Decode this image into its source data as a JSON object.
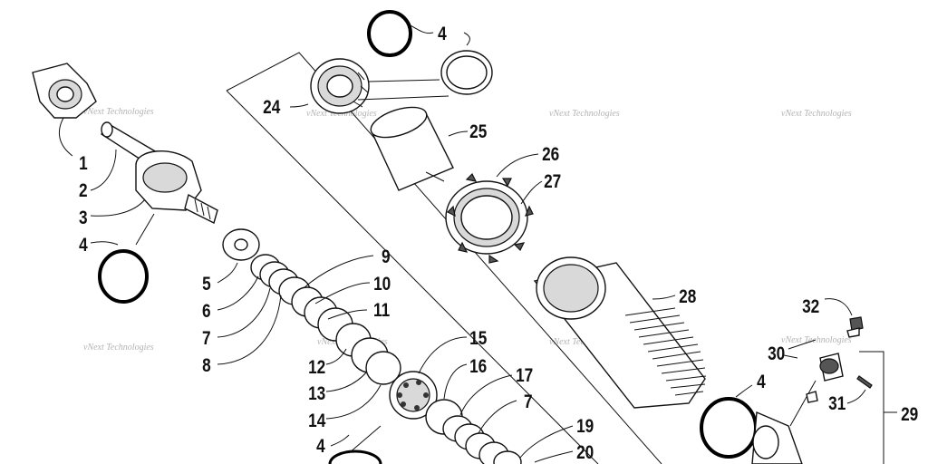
{
  "watermark": "vNext Technologies",
  "callouts": {
    "c1": "1",
    "c2": "2",
    "c3": "3",
    "c4a": "4",
    "c4b": "4",
    "c24": "24",
    "c25": "25",
    "c26": "26",
    "c27": "27",
    "c5": "5",
    "c6": "6",
    "c7a": "7",
    "c8": "8",
    "c9": "9",
    "c10": "10",
    "c11": "11",
    "c12": "12",
    "c13": "13",
    "c14": "14",
    "c4c": "4",
    "c15": "15",
    "c16": "16",
    "c17": "17",
    "c7b": "7",
    "c19": "19",
    "c20": "20",
    "c28": "28",
    "c4d": "4",
    "c32": "32",
    "c30": "30",
    "c31": "31",
    "c29": "29"
  }
}
